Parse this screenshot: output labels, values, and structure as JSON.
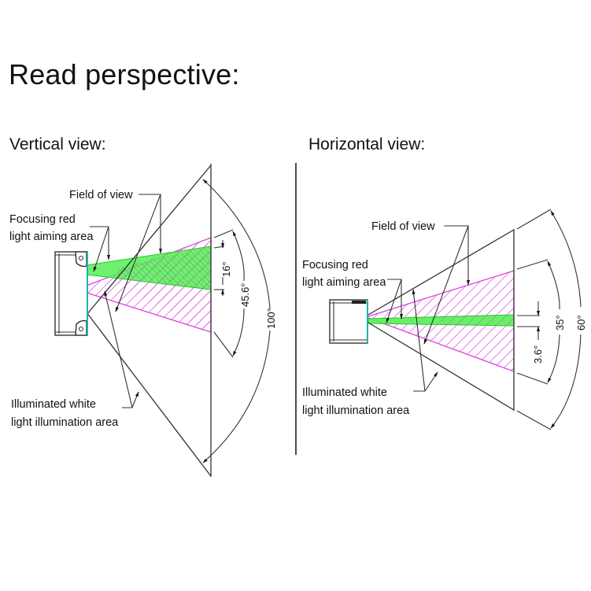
{
  "title": "Read perspective:",
  "vertical_view": {
    "heading": "Vertical view:",
    "labels": {
      "field_of_view": "Field of view",
      "focusing_line1": "Focusing red",
      "focusing_line2": "light aiming area",
      "illum_line1": "Illuminated white",
      "illum_line2": "light illumination area"
    },
    "angles": {
      "aiming": "16°",
      "field_of_view": "45.6°",
      "illumination": "100°"
    }
  },
  "horizontal_view": {
    "heading": "Horizontal view:",
    "labels": {
      "field_of_view": "Field of view",
      "focusing_line1": "Focusing red",
      "focusing_line2": "light aiming area",
      "illum_line1": "Illuminated white",
      "illum_line2": "light illumination area"
    },
    "angles": {
      "aiming": "3.6°",
      "field_of_view": "35°",
      "illumination": "60°"
    }
  },
  "colors": {
    "aiming_fill": "#33dd33",
    "field_hatch": "#dd44dd",
    "device_edge": "#20b0b0",
    "line": "#333333"
  }
}
